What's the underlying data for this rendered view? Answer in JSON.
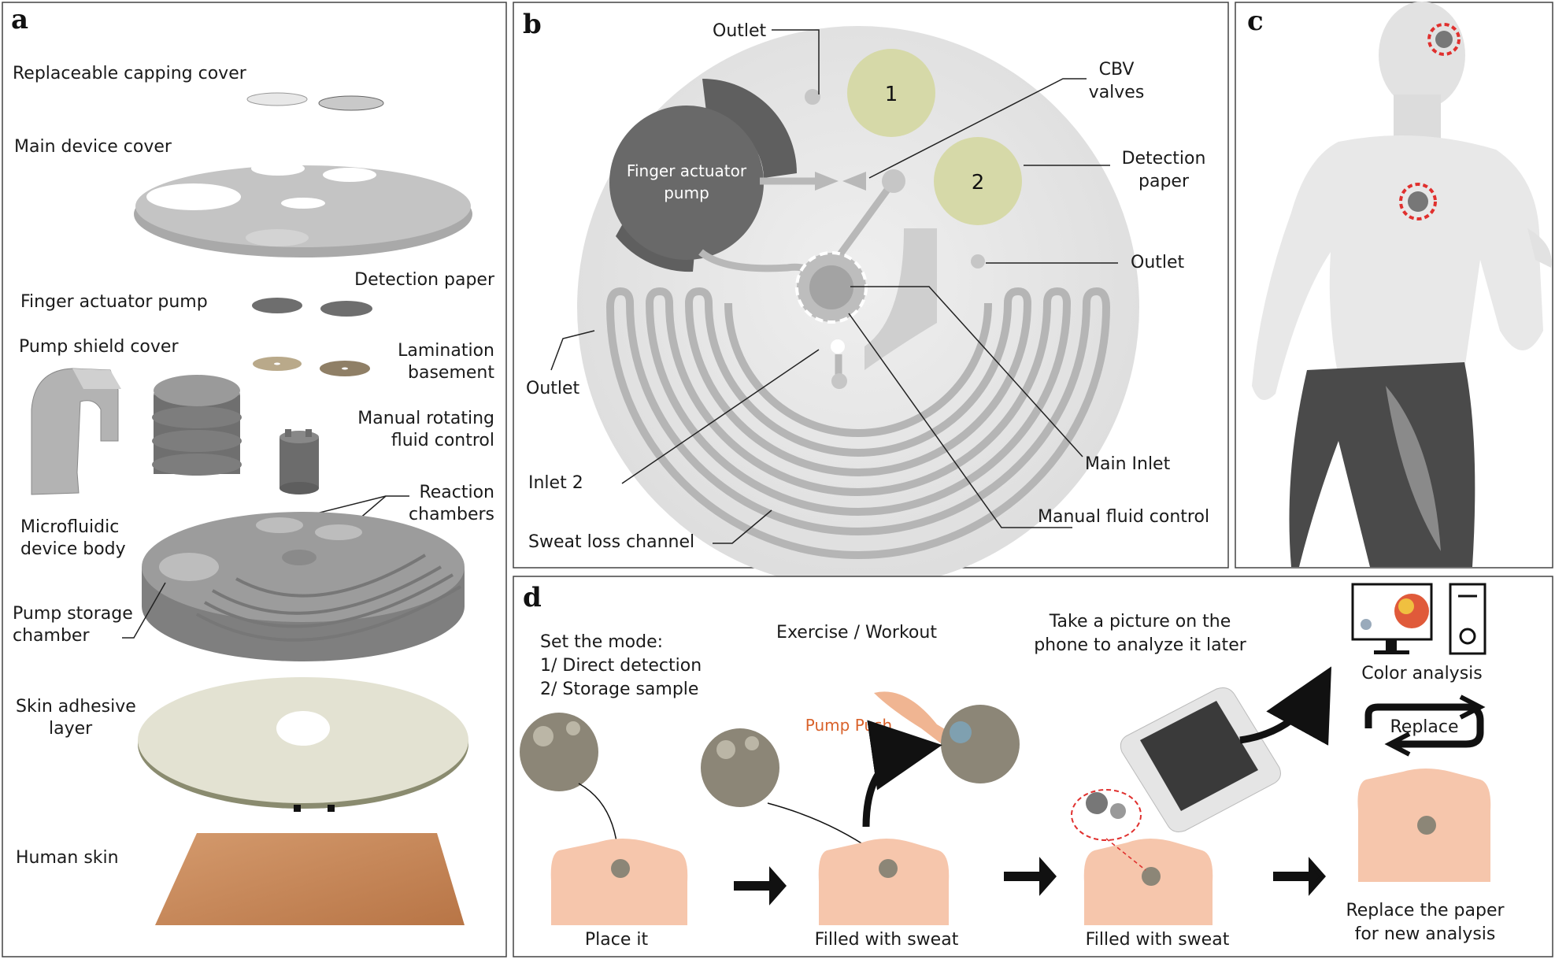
{
  "panels": {
    "a": {
      "letter": "a",
      "labels": {
        "capping_cover": "Replaceable capping  cover",
        "main_cover": "Main device cover",
        "detection_paper": "Detection paper",
        "finger_pump": "Finger actuator pump",
        "pump_shield": "Pump shield cover",
        "lamination_1": "Lamination",
        "lamination_2": "basement",
        "manual_rot_1": "Manual rotating",
        "manual_rot_2": "fluid control",
        "reaction_1": "Reaction",
        "reaction_2": "chambers",
        "micro_body_1": "Microfluidic",
        "micro_body_2": "device body",
        "pump_storage_1": "Pump storage",
        "pump_storage_2": "chamber",
        "skin_adhesive_1": "Skin adhesive",
        "skin_adhesive_2": "layer",
        "human_skin": "Human skin"
      }
    },
    "b": {
      "letter": "b",
      "labels": {
        "outlet_top": "Outlet",
        "cbv_1": "CBV",
        "cbv_2": "valves",
        "pump_1": "Finger actuator",
        "pump_2": "pump",
        "chamber_1": "1",
        "chamber_2": "2",
        "detection_1": "Detection",
        "detection_2": "paper",
        "outlet_right": "Outlet",
        "outlet_left": "Outlet",
        "main_inlet": "Main Inlet",
        "inlet2": "Inlet 2",
        "manual_fluid": "Manual fluid control",
        "sweat_loss": "Sweat loss channel"
      }
    },
    "c": {
      "letter": "c"
    },
    "d": {
      "letter": "d",
      "labels": {
        "set_mode_1": "Set the mode:",
        "set_mode_2": "1/ Direct detection",
        "set_mode_3": "2/ Storage sample",
        "exercise": "Exercise / Workout",
        "pump_push": "Pump Push",
        "take_pic_1": "Take a picture on the",
        "take_pic_2": "phone to analyze it later",
        "color_analysis": "Color analysis",
        "replace": "Replace",
        "place_it": "Place it",
        "filled_1": "Filled  with sweat",
        "filled_2": "Filled  with sweat",
        "replace_paper_1": "Replace the paper",
        "replace_paper_2": "for new  analysis"
      }
    }
  },
  "colors": {
    "device_gray": "#8e8e8e",
    "device_light": "#d9d9d9",
    "paper_green": "#d6d9a8",
    "skin_tan": "#c4875a",
    "body_pink": "#f6c6ac",
    "accent_red": "#e0302e",
    "pump_push": "#d9622b"
  }
}
